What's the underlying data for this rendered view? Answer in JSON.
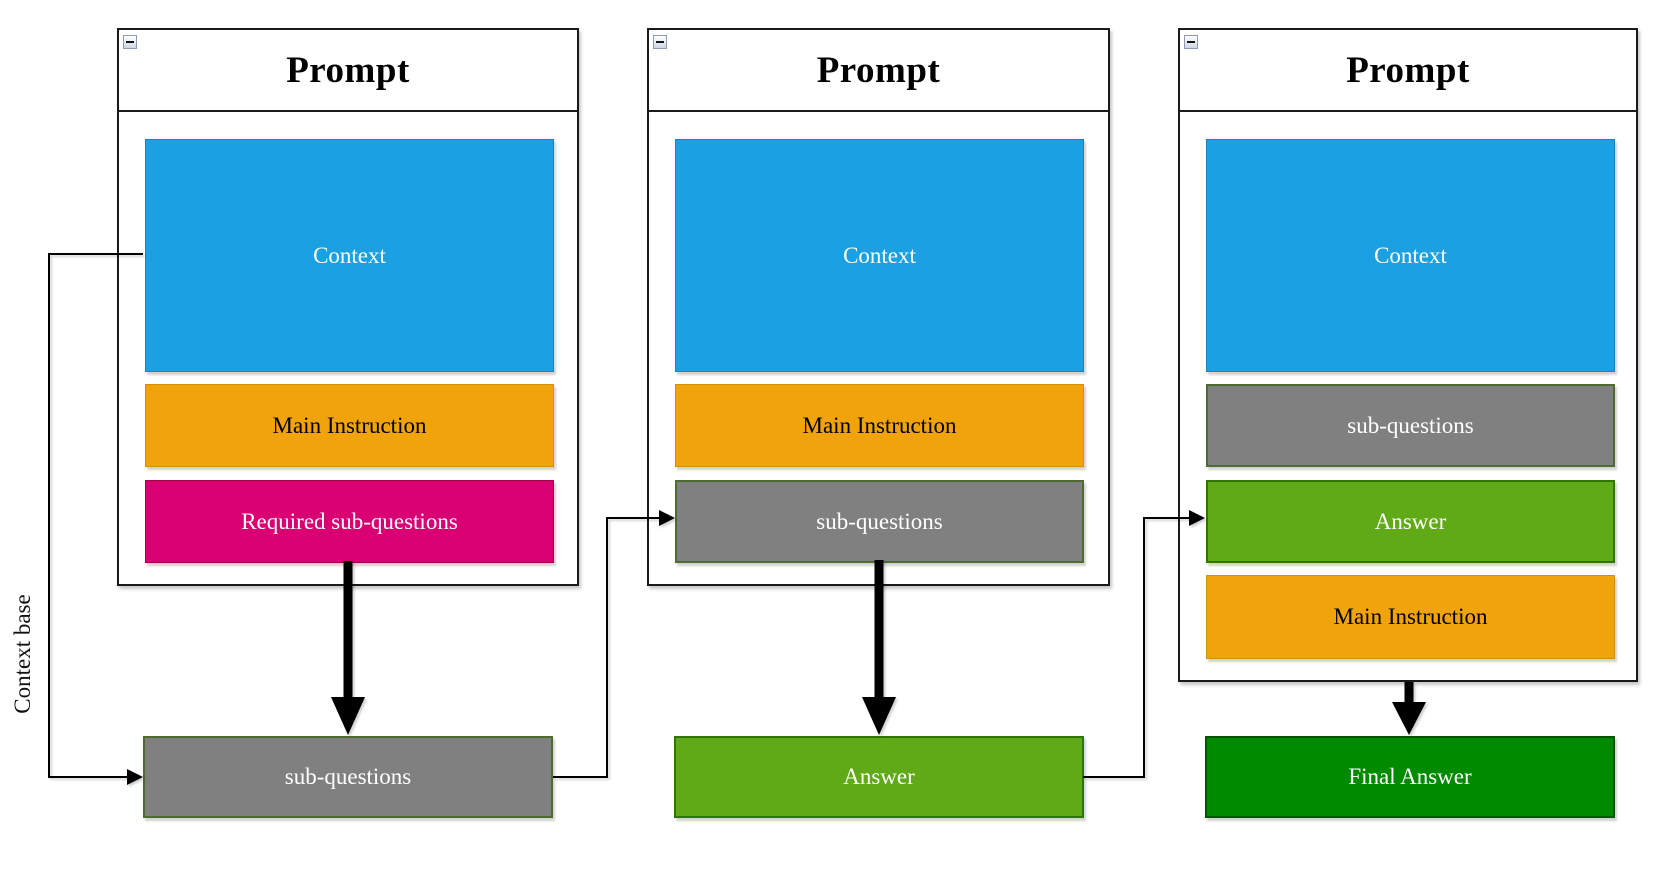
{
  "diagram": {
    "side_label": "Context base",
    "icons": {
      "collapse": "minus-icon"
    },
    "panels": [
      {
        "title": "Prompt",
        "blocks": [
          {
            "label": "Context",
            "fill": "#1BA1E2",
            "text_color": "#FFFFFF"
          },
          {
            "label": "Main Instruction",
            "fill": "#F0A30A",
            "text_color": "#000000"
          },
          {
            "label": "Required sub-questions",
            "fill": "#D80073",
            "text_color": "#FFFFFF"
          }
        ],
        "output_box": {
          "label": "sub-questions",
          "fill": "#808080",
          "text_color": "#FFFFFF"
        }
      },
      {
        "title": "Prompt",
        "blocks": [
          {
            "label": "Context",
            "fill": "#1BA1E2",
            "text_color": "#FFFFFF"
          },
          {
            "label": "Main Instruction",
            "fill": "#F0A30A",
            "text_color": "#000000"
          },
          {
            "label": "sub-questions",
            "fill": "#808080",
            "text_color": "#FFFFFF"
          }
        ],
        "output_box": {
          "label": "Answer",
          "fill": "#60A917",
          "text_color": "#FFFFFF"
        }
      },
      {
        "title": "Prompt",
        "blocks": [
          {
            "label": "Context",
            "fill": "#1BA1E2",
            "text_color": "#FFFFFF"
          },
          {
            "label": "sub-questions",
            "fill": "#808080",
            "text_color": "#FFFFFF"
          },
          {
            "label": "Answer",
            "fill": "#60A917",
            "text_color": "#FFFFFF"
          },
          {
            "label": "Main Instruction",
            "fill": "#F0A30A",
            "text_color": "#000000"
          }
        ],
        "output_box": {
          "label": "Final Answer",
          "fill": "#008A00",
          "text_color": "#FFFFFF"
        }
      }
    ],
    "colors": {
      "connector": "#000000",
      "panel_border": "#000000",
      "panel_background": "#FFFFFF"
    }
  }
}
